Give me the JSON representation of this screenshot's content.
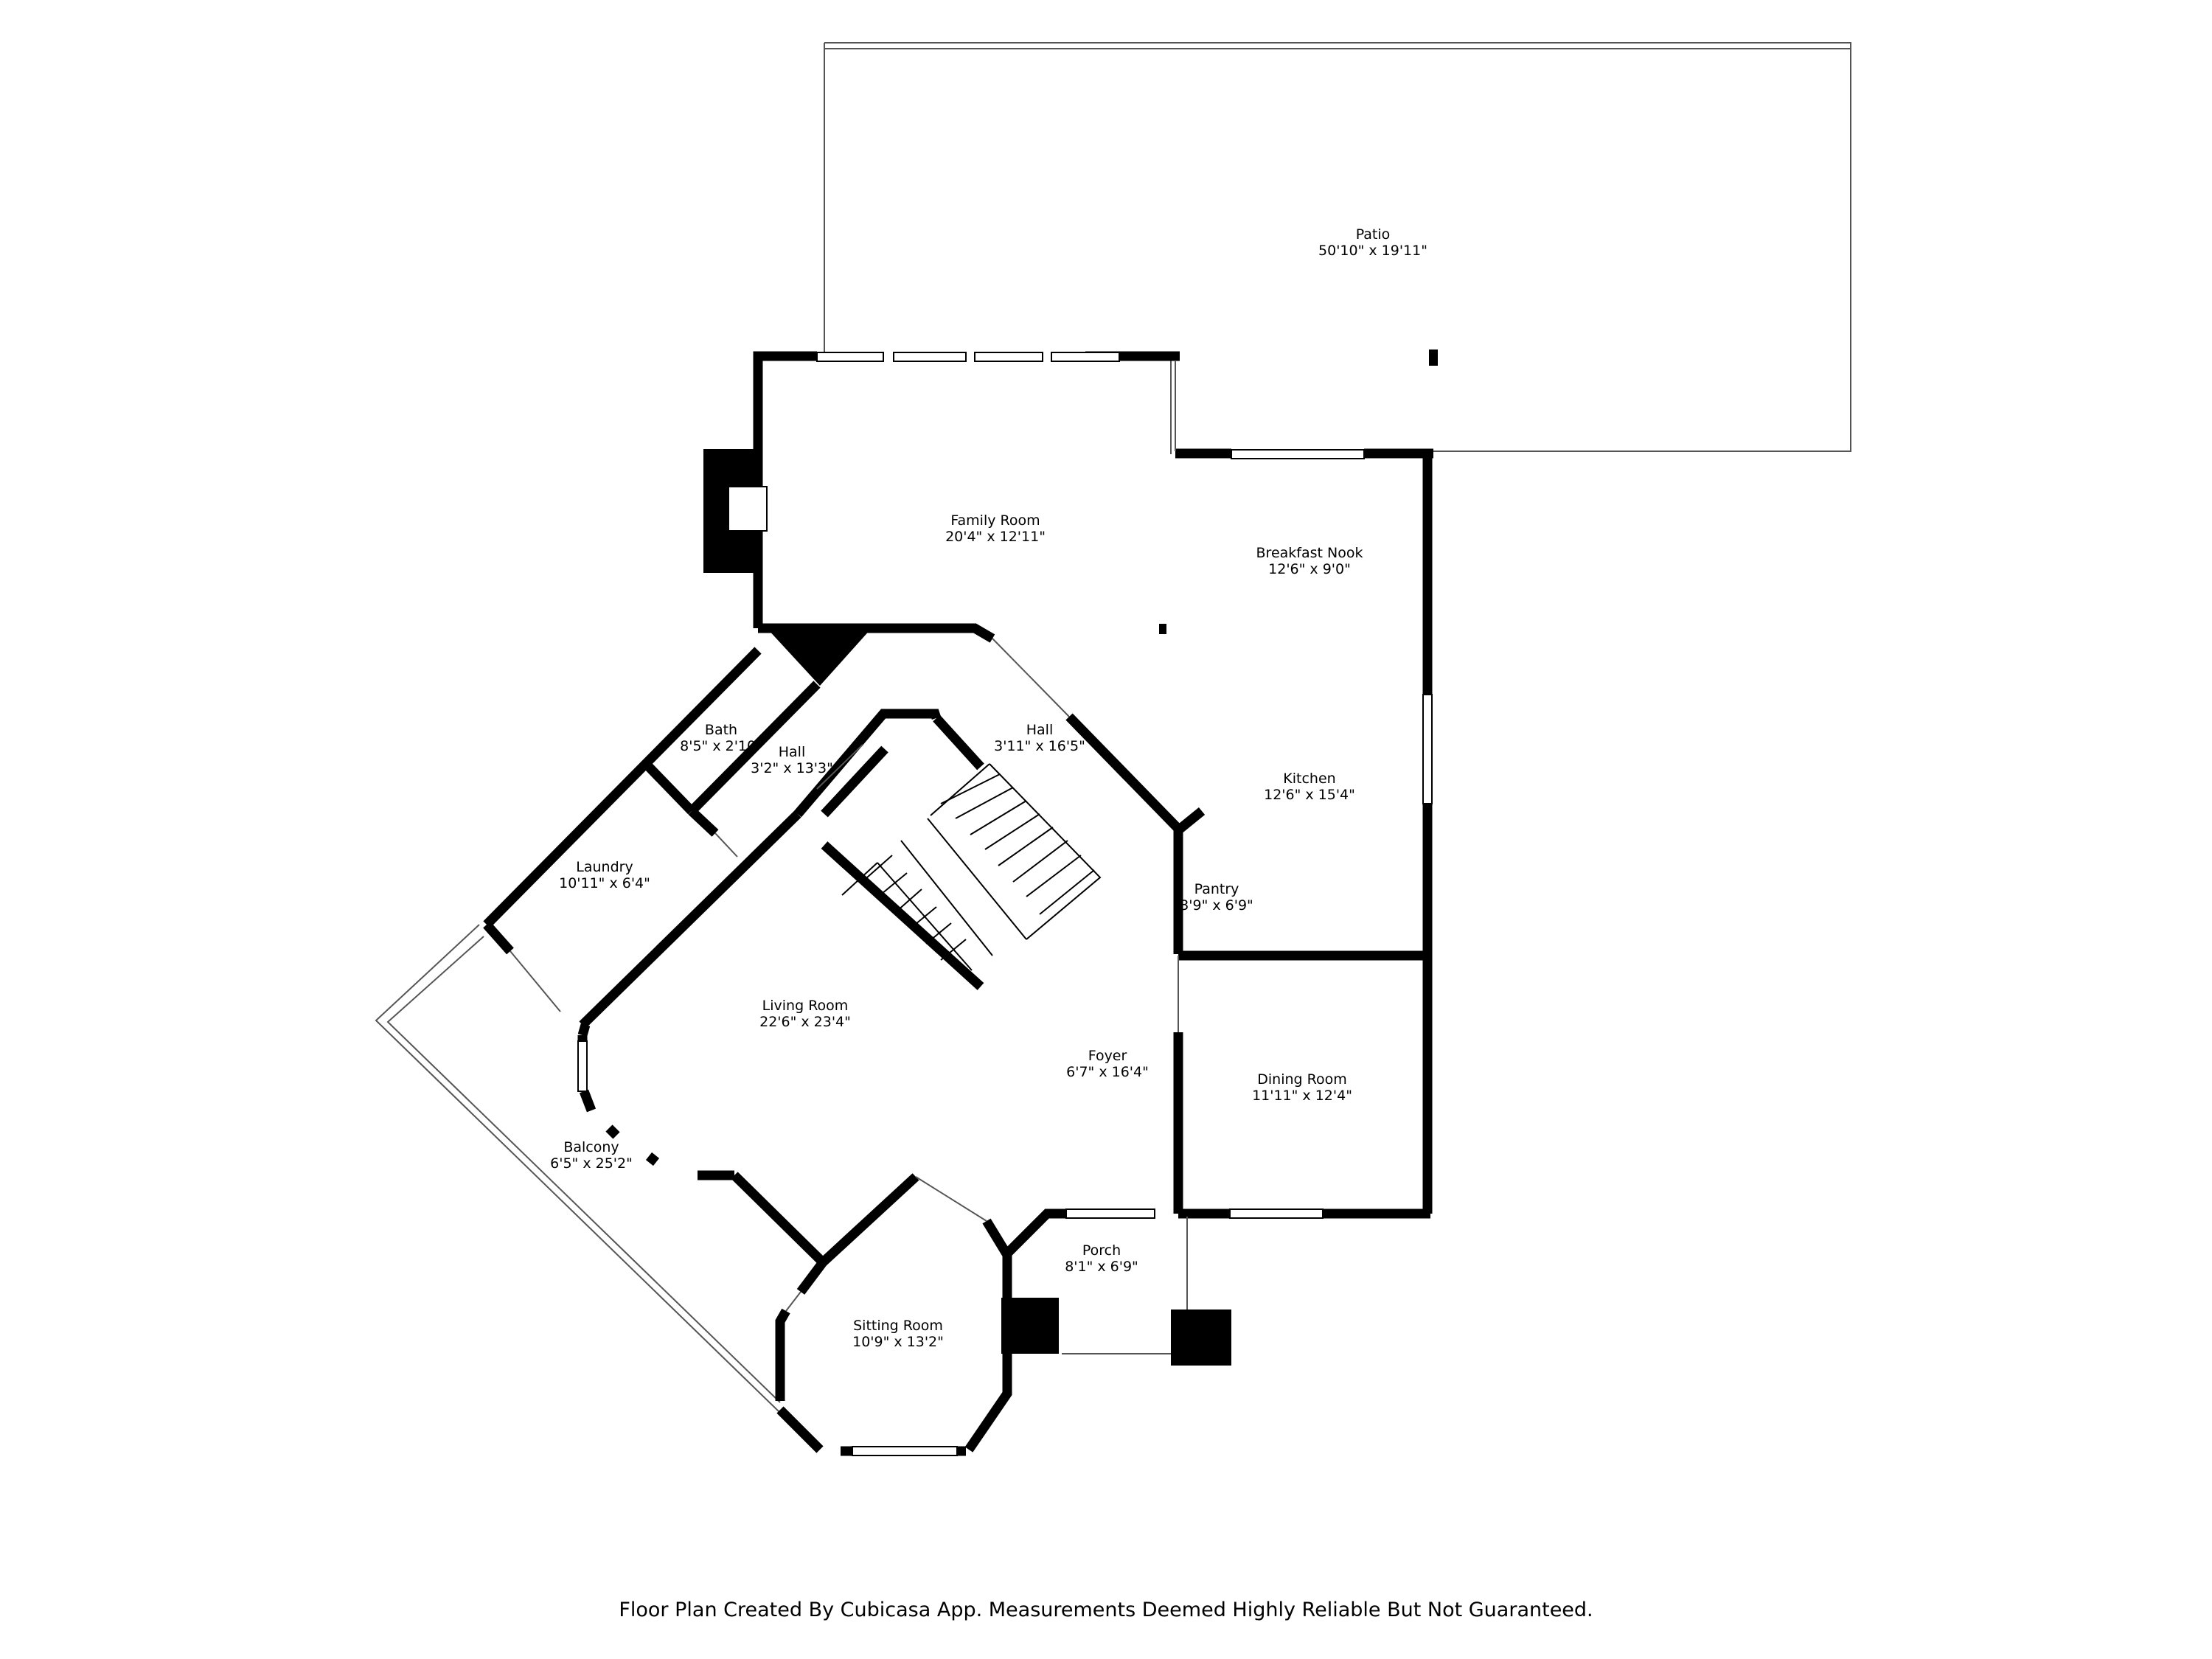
{
  "rooms": [
    {
      "id": "patio",
      "name": "Patio",
      "dims": "50'10\" x 19'11\""
    },
    {
      "id": "family-room",
      "name": "Family Room",
      "dims": "20'4\" x 12'11\""
    },
    {
      "id": "breakfast-nook",
      "name": "Breakfast Nook",
      "dims": "12'6\" x 9'0\""
    },
    {
      "id": "bath",
      "name": "Bath",
      "dims": "8'5\" x 2'10\""
    },
    {
      "id": "hall-small",
      "name": "Hall",
      "dims": "3'2\" x 13'3\""
    },
    {
      "id": "hall-main",
      "name": "Hall",
      "dims": "3'11\" x 16'5\""
    },
    {
      "id": "kitchen",
      "name": "Kitchen",
      "dims": "12'6\" x 15'4\""
    },
    {
      "id": "laundry",
      "name": "Laundry",
      "dims": "10'11\" x 6'4\""
    },
    {
      "id": "pantry",
      "name": "Pantry",
      "dims": "3'9\" x 6'9\""
    },
    {
      "id": "living-room",
      "name": "Living Room",
      "dims": "22'6\" x 23'4\""
    },
    {
      "id": "foyer",
      "name": "Foyer",
      "dims": "6'7\" x 16'4\""
    },
    {
      "id": "dining-room",
      "name": "Dining Room",
      "dims": "11'11\" x 12'4\""
    },
    {
      "id": "balcony",
      "name": "Balcony",
      "dims": "6'5\" x 25'2\""
    },
    {
      "id": "porch",
      "name": "Porch",
      "dims": "8'1\" x 6'9\""
    },
    {
      "id": "sitting-room",
      "name": "Sitting Room",
      "dims": "10'9\" x 13'2\""
    }
  ],
  "footer": {
    "text": "Floor Plan Created By Cubicasa App. Measurements Deemed Highly Reliable But Not Guaranteed."
  }
}
